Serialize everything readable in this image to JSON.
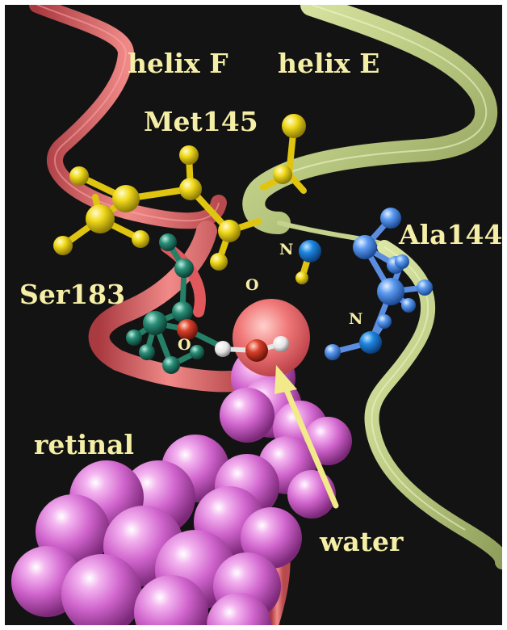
{
  "colors": {
    "background": "#141313",
    "label": "#f4eea6",
    "helix_F": "#e7666a",
    "helix_E": "#c4d28d",
    "met145": "#f1da1c",
    "ala144": "#4f8fe6",
    "ser183": "#2a8f78",
    "oxygen": "#d8402a",
    "nitrogen": "#1f86e0",
    "hydrogen": "#f4f4f4",
    "retinal": "#d064cd",
    "water_arrow": "#f2ea8a"
  },
  "labels": {
    "helix_f": "helix F",
    "helix_e": "helix E",
    "met145": "Met145",
    "ala144": "Ala144",
    "ser183": "Ser183",
    "retinal": "retinal",
    "water": "water",
    "o_water": "O",
    "o_ser": "O",
    "n_met": "N",
    "n_ala": "N"
  }
}
